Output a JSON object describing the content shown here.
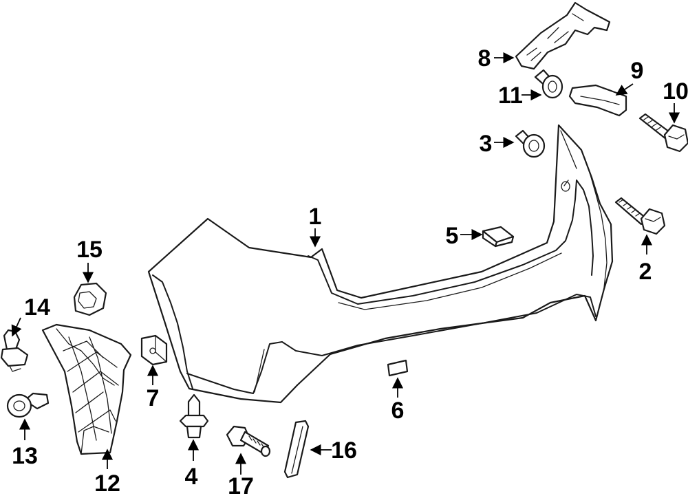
{
  "diagram": {
    "callouts": [
      {
        "id": "part-1",
        "label": "1"
      },
      {
        "id": "part-2",
        "label": "2"
      },
      {
        "id": "part-3",
        "label": "3"
      },
      {
        "id": "part-4",
        "label": "4"
      },
      {
        "id": "part-5",
        "label": "5"
      },
      {
        "id": "part-6",
        "label": "6"
      },
      {
        "id": "part-7",
        "label": "7"
      },
      {
        "id": "part-8",
        "label": "8"
      },
      {
        "id": "part-9",
        "label": "9"
      },
      {
        "id": "part-10",
        "label": "10"
      },
      {
        "id": "part-11",
        "label": "11"
      },
      {
        "id": "part-12",
        "label": "12"
      },
      {
        "id": "part-13",
        "label": "13"
      },
      {
        "id": "part-14",
        "label": "14"
      },
      {
        "id": "part-15",
        "label": "15"
      },
      {
        "id": "part-16",
        "label": "16"
      },
      {
        "id": "part-17",
        "label": "17"
      }
    ]
  }
}
